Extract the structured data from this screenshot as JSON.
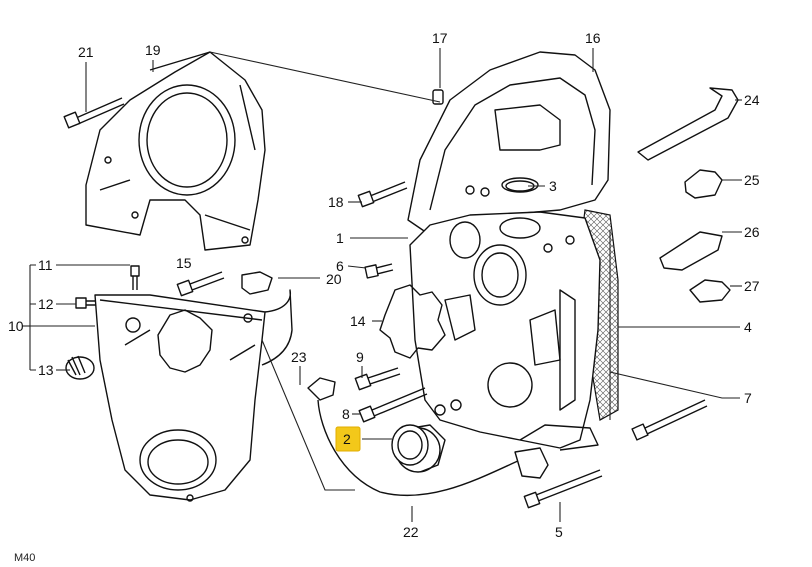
{
  "callouts": {
    "c1": "1",
    "c2": "2",
    "c3": "3",
    "c4": "4",
    "c5": "5",
    "c6": "6",
    "c7": "7",
    "c8": "8",
    "c9": "9",
    "c10": "10",
    "c11": "11",
    "c12": "12",
    "c13": "13",
    "c14": "14",
    "c15": "15",
    "c16": "16",
    "c17": "17",
    "c18": "18",
    "c19": "19",
    "c20": "20",
    "c21": "21",
    "c22": "22",
    "c23": "23",
    "c24": "24",
    "c25": "25",
    "c26": "26",
    "c27": "27"
  },
  "highlighted_part": "2",
  "highlight_color": "#f3c81a",
  "model_code": "M40"
}
